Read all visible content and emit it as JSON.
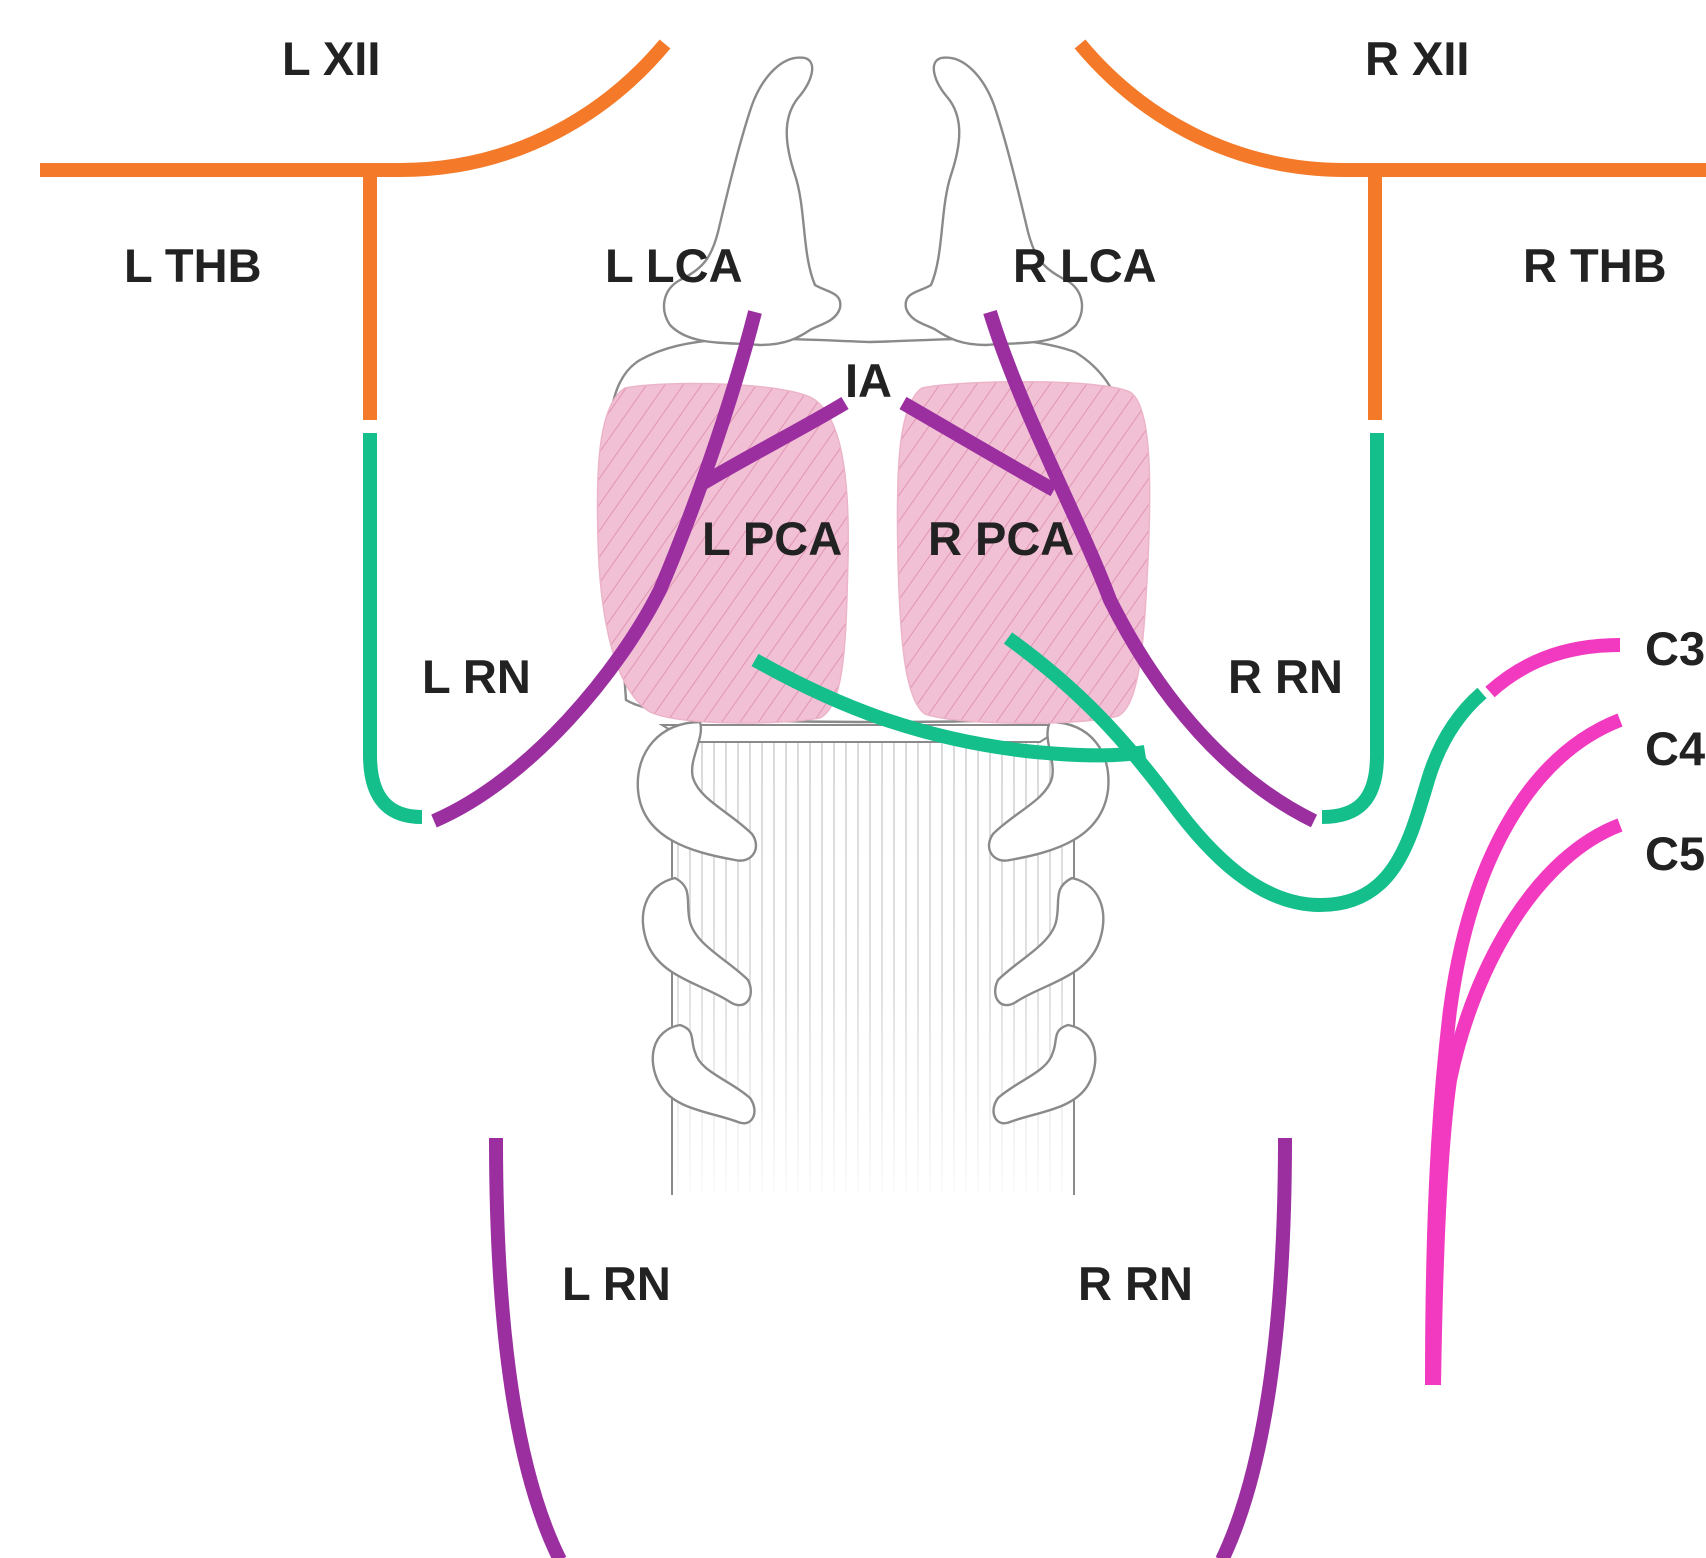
{
  "colors": {
    "hypoglossal": "#f47a2a",
    "recurrent": "#9b2fa0",
    "ansa": "#14bf8c",
    "cervical": "#f23ac0",
    "muscle": "#f2c0d5",
    "muscle_lines": "#dc8aaa",
    "outline": "#8a8a8a"
  },
  "labels": {
    "l_xii": "L XII",
    "r_xii": "R XII",
    "l_thb": "L THB",
    "r_thb": "R THB",
    "l_lca": "L LCA",
    "r_lca": "R LCA",
    "ia": "IA",
    "l_pca": "L PCA",
    "r_pca": "R PCA",
    "l_rn_upper": "L RN",
    "r_rn_upper": "R RN",
    "l_rn_lower": "L RN",
    "r_rn_lower": "R RN",
    "c3": "C3",
    "c4": "C4",
    "c5": "C5"
  }
}
